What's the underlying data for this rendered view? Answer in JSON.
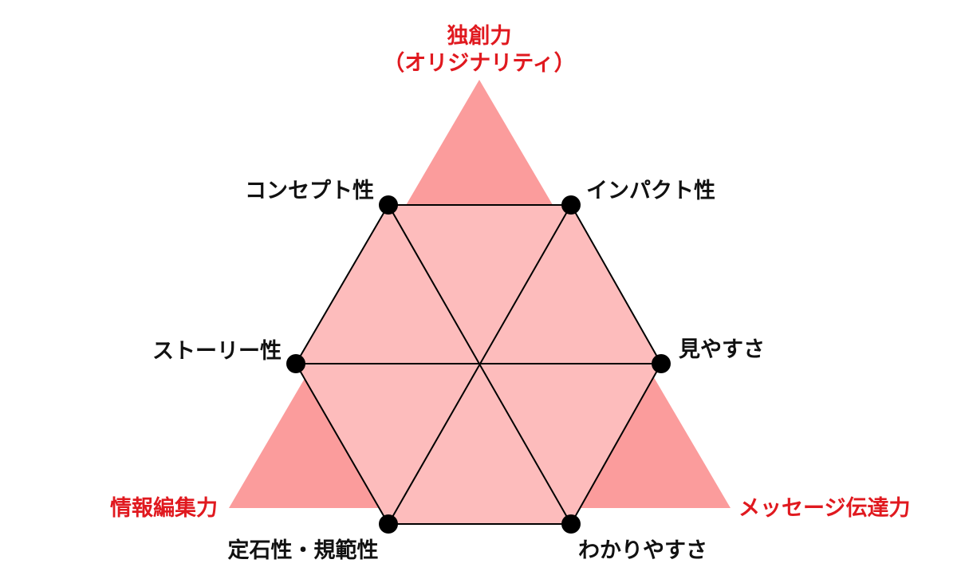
{
  "colors": {
    "triangle_fill": "#fb9c9c",
    "hexagon_fill": "#fdbcbc",
    "corner_label_color": "#e0191f",
    "node_label_color": "#111111",
    "line_color": "#000000"
  },
  "corners": {
    "top_line1": "独創力",
    "top_line2": "（オリジナリティ）",
    "bottom_left": "情報編集力",
    "bottom_right": "メッセージ伝達力"
  },
  "nodes": {
    "concept": "コンセプト性",
    "impact": "インパクト性",
    "story": "ストーリー性",
    "visibility": "見やすさ",
    "standard": "定石性・規範性",
    "clarity": "わかりやすさ"
  }
}
